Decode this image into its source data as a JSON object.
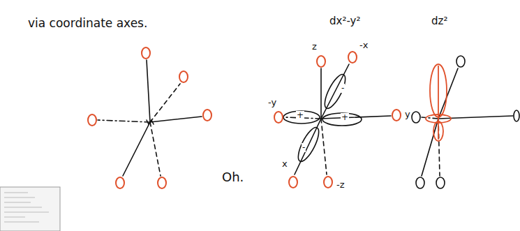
{
  "diagram": {
    "labels": [
      "via coordinate axes.",
      "Oh.",
      "dx²-y²",
      "dz²",
      "z",
      "-x",
      "-y",
      "y",
      "x",
      "-z",
      "+",
      "+",
      "-",
      "-"
    ]
  }
}
